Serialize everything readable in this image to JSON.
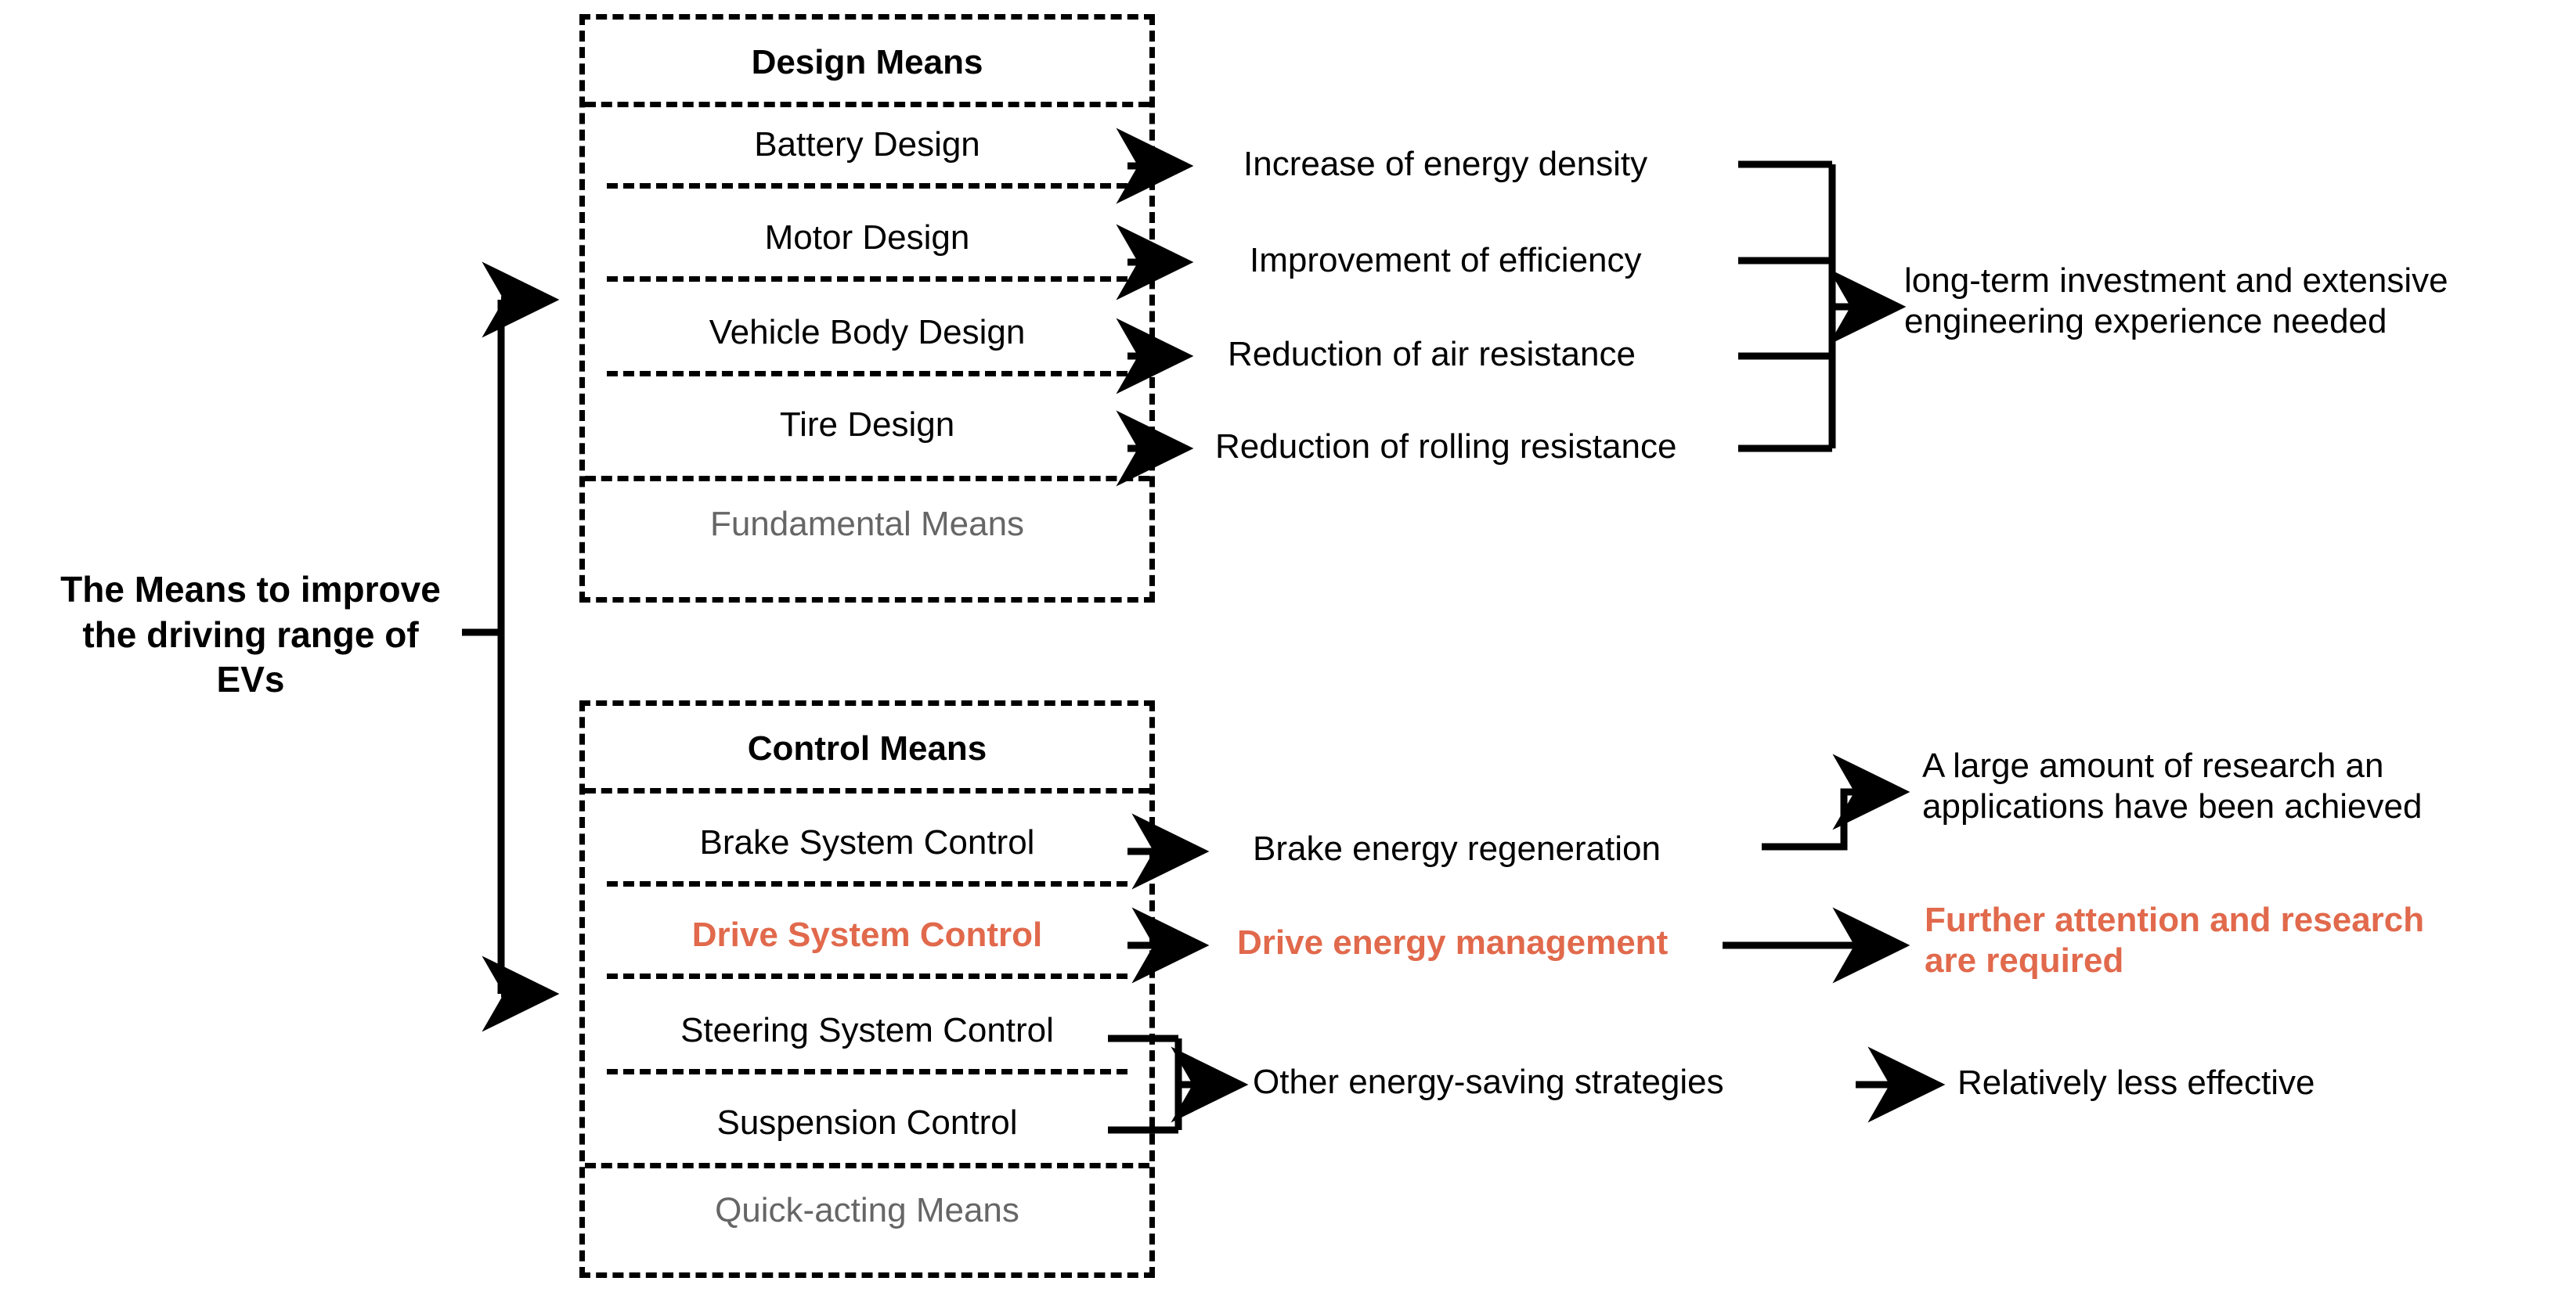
{
  "colors": {
    "accent": "#E1694C",
    "muted": "#666666",
    "line": "#000000",
    "background": "#FFFFFF"
  },
  "root": {
    "label": "The Means to improve the driving range of EVs"
  },
  "groups": [
    {
      "id": "design-means",
      "title": "Design Means",
      "footer": "Fundamental Means",
      "rows": [
        {
          "label": "Battery Design",
          "accent": false
        },
        {
          "label": "Motor Design",
          "accent": false
        },
        {
          "label": "Vehicle Body Design",
          "accent": false
        },
        {
          "label": "Tire Design",
          "accent": false
        }
      ]
    },
    {
      "id": "control-means",
      "title": "Control Means",
      "footer": "Quick-acting Means",
      "rows": [
        {
          "label": "Brake System Control",
          "accent": false
        },
        {
          "label": "Drive System Control",
          "accent": true
        },
        {
          "label": "Steering System Control",
          "accent": false
        },
        {
          "label": "Suspension Control",
          "accent": false
        }
      ]
    }
  ],
  "outcomes": [
    {
      "id": "energy-density",
      "label": "Increase of energy density",
      "accent": false
    },
    {
      "id": "efficiency",
      "label": "Improvement of efficiency",
      "accent": false
    },
    {
      "id": "air-resistance",
      "label": "Reduction of air resistance",
      "accent": false
    },
    {
      "id": "rolling-resistance",
      "label": "Reduction of rolling resistance",
      "accent": false
    },
    {
      "id": "brake-regen",
      "label": "Brake energy regeneration",
      "accent": false
    },
    {
      "id": "drive-energy-management",
      "label": "Drive energy management",
      "accent": true
    },
    {
      "id": "other-strategies",
      "label": "Other energy-saving  strategies",
      "accent": false
    }
  ],
  "conclusions": [
    {
      "id": "long-term-investment",
      "line1": "long-term investment and extensive",
      "line2": "engineering experience needed",
      "accent": false
    },
    {
      "id": "research-achieved",
      "line1": "A large amount of research an",
      "line2": "applications have been achieved",
      "accent": false
    },
    {
      "id": "further-attention",
      "line1": "Further attention and research",
      "line2": "are required",
      "accent": true
    },
    {
      "id": "less-effective",
      "line1": "Relatively less effective",
      "line2": "",
      "accent": false
    }
  ]
}
